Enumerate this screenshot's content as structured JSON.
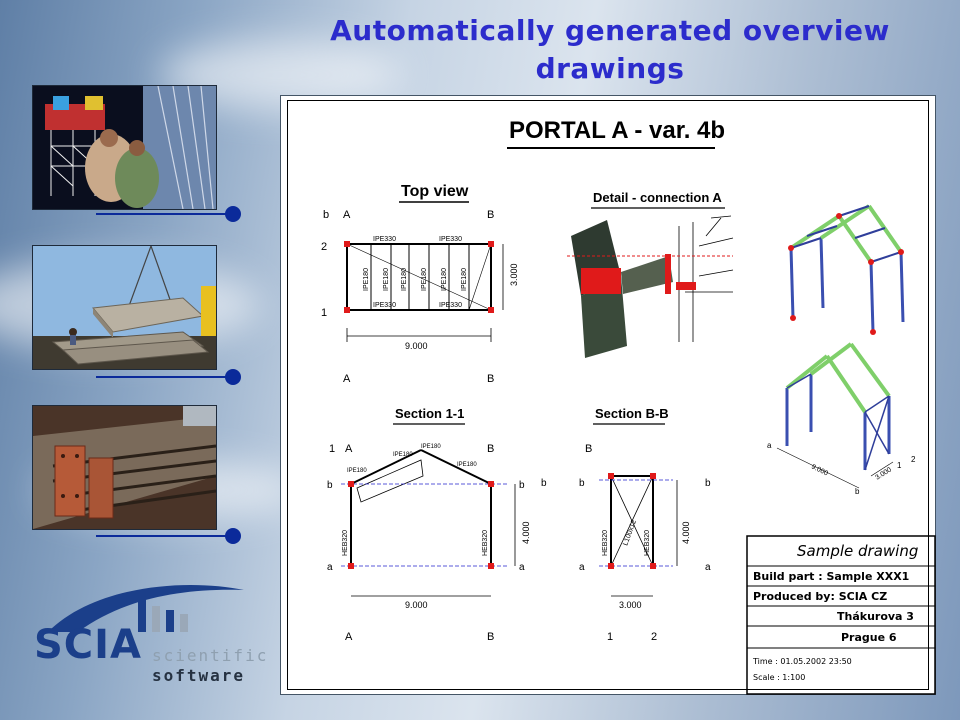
{
  "slide": {
    "title_line1": "Automatically generated overview",
    "title_line2": "drawings"
  },
  "logo": {
    "name": "SCIA",
    "sub1": "scientific",
    "sub2": "software"
  },
  "drawing": {
    "title": "PORTAL A - var. 4b",
    "views": {
      "top": "Top view",
      "detail": "Detail - connection A",
      "section_1": "Section 1-1",
      "section_b": "Section B-B"
    },
    "top_view": {
      "axis_A": "A",
      "axis_B": "B",
      "axis_b": "b",
      "axis_2": "2",
      "axis_1": "1",
      "dim_length": "9.000",
      "dim_width": "3.000",
      "beam_top_left": "IPE330",
      "beam_top_right": "IPE330",
      "beam_bot_left": "IPE330",
      "beam_bot_right": "IPE330",
      "col_1": "IPE180",
      "col_2": "IPE180",
      "col_3": "IPE180",
      "col_4": "IPE180",
      "col_5": "IPE180",
      "col_6": "IPE180"
    },
    "section_1_1": {
      "axis_1": "1",
      "axis_A": "A",
      "axis_B": "B",
      "axis_b": "b",
      "axis_a": "a",
      "dim_height": "4.000",
      "dim_length": "9.000",
      "col_left": "HEB320",
      "col_right": "HEB320",
      "rafter_1": "IPE180",
      "rafter_2": "IPE180",
      "rafter_3": "IPE180",
      "rafter_4": "IPE180"
    },
    "section_b_b": {
      "axis_B": "B",
      "axis_b": "b",
      "axis_a": "a",
      "axis_1": "1",
      "axis_2": "2",
      "dim_height": "4.000",
      "dim_width": "3.000",
      "col_left": "HEB320",
      "col_right": "HEB320",
      "brace": "L100x12"
    },
    "iso_labels": {
      "a": "a",
      "b": "b",
      "num_1": "1",
      "num_2": "2",
      "dim_length": "9.000",
      "dim_width": "3.000"
    },
    "title_block": {
      "name": "Sample drawing",
      "build_part": "Build part : Sample XXX1",
      "produced_by": "Produced by: SCIA CZ",
      "street": "Thákurova 3",
      "city": "Prague 6",
      "time": "Time : 01.05.2002  23:50",
      "scale": "Scale : 1:100"
    }
  },
  "colors": {
    "title": "#2c2ccc",
    "connector": "#0b2a9a",
    "logo_blue": "#1b3f8a",
    "steel_blue": "#3a4fb0",
    "steel_green": "#7fcf6a",
    "steel_red": "#e01a1a"
  }
}
